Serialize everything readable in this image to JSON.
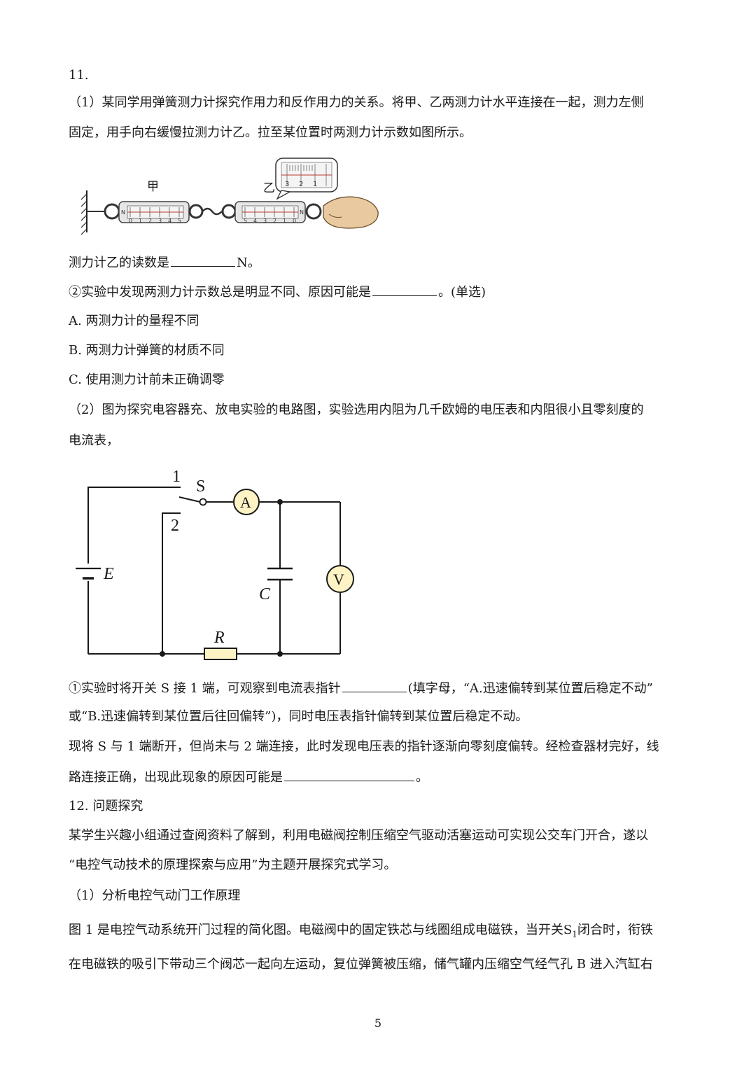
{
  "q11": {
    "number": "11.",
    "part1_line1": "（1）某同学用弹簧测力计探究作用力和反作用力的关系。将甲、乙两测力计水平连接在一起，测力左侧",
    "part1_line2": "固定，用手向右缓慢拉测力计乙。拉至某位置时两测力计示数如图所示。",
    "fig1": {
      "label_jia": "甲",
      "label_yi": "乙",
      "scale_digits": [
        "0",
        "1",
        "2",
        "3",
        "4",
        "5"
      ],
      "scale_digits_rev": [
        "5",
        "4",
        "3",
        "2",
        "1",
        "0"
      ],
      "zoom_digits": [
        "1",
        "2",
        "3"
      ],
      "n_mark": "N"
    },
    "reading_prefix": "测力计乙的读数是",
    "reading_suffix": "N。",
    "q2_prefix": "②实验中发现两测力计示数总是明显不同、原因可能是",
    "q2_suffix": "。(单选)",
    "options": [
      "A. 两测力计的量程不同",
      "B. 两测力计弹簧的材质不同",
      "C. 使用测力计前未正确调零"
    ],
    "part2_line1": "（2）图为探究电容器充、放电实验的电路图，实验选用内阻为几千欧姆的电压表和内阻很小且零刻度的",
    "part2_line2": "电流表，",
    "circuit": {
      "label_1": "1",
      "label_2": "2",
      "label_S": "S",
      "label_A": "A",
      "label_V": "V",
      "label_E": "E",
      "label_C": "C",
      "label_R": "R"
    },
    "c1_prefix": "①实验时将开关 S 接 1 端，可观察到电流表指针",
    "c1_suffix": "(填字母，“A.迅速偏转到某位置后稳定不动”",
    "c1_line2": "或“B.迅速偏转到某位置后往回偏转”)，同时电压表指针偏转到某位置后稳定不动。",
    "c2_line1": "现将 S 与 1 端断开，但尚未与 2 端连接，此时发现电压表的指针逐渐向零刻度偏转。经检查器材完好，线",
    "c2_prefix": "路连接正确，出现此现象的原因可能是",
    "c2_suffix": "。"
  },
  "q12": {
    "title": "12. 问题探究",
    "intro_line1": "某学生兴趣小组通过查阅资料了解到，利用电磁阀控制压缩空气驱动活塞运动可实现公交车门开合，遂以",
    "intro_line2": "“电控气动技术的原理探索与应用”为主题开展探究式学习。",
    "sub1": "（1）分析电控气动门工作原理",
    "para_prefix": "图 1 是电控气动系统开门过程的简化图。电磁阀中的固定铁芯与线圈组成电磁铁，当开关",
    "switch_name": "S",
    "switch_sub": "1",
    "para_suffix": "闭合时，衔铁",
    "para_line2": "在电磁铁的吸引下带动三个阀芯一起向左运动，复位弹簧被压缩，储气罐内压缩空气经气孔 B 进入汽缸右"
  },
  "page_number": "5"
}
